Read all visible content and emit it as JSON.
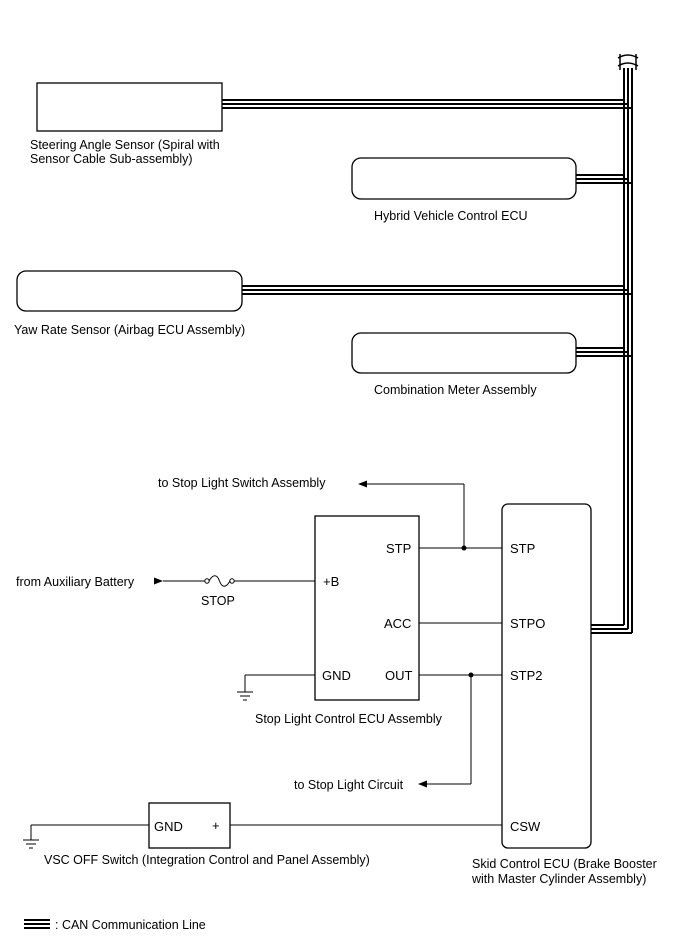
{
  "components": {
    "steering_sensor": {
      "line1": "Steering Angle Sensor (Spiral with",
      "line2": "Sensor Cable Sub-assembly)"
    },
    "hybrid_ecu": {
      "label": "Hybrid Vehicle Control ECU"
    },
    "yaw_sensor": {
      "label": "Yaw Rate Sensor (Airbag ECU Assembly)"
    },
    "combination_meter": {
      "label": "Combination Meter Assembly"
    },
    "stop_light_ecu": {
      "label": "Stop Light Control ECU Assembly",
      "pins": {
        "stp": "STP",
        "b": "+B",
        "acc": "ACC",
        "gnd": "GND",
        "out": "OUT"
      }
    },
    "skid_ecu": {
      "line1": "Skid Control ECU (Brake Booster",
      "line2": "with Master Cylinder Assembly)",
      "pins": {
        "stp": "STP",
        "stpo": "STPO",
        "stp2": "STP2",
        "csw": "CSW"
      }
    },
    "vsc_switch": {
      "label": "VSC OFF Switch (Integration Control and Panel Assembly)",
      "pins": {
        "gnd": "GND",
        "plus": "+"
      }
    }
  },
  "labels": {
    "to_stop_light_switch": "to Stop Light Switch Assembly",
    "from_aux_battery": "from Auxiliary Battery",
    "fuse": "STOP",
    "to_stop_light_circuit": "to Stop Light Circuit"
  },
  "legend": {
    "can_line": ": CAN Communication Line"
  }
}
